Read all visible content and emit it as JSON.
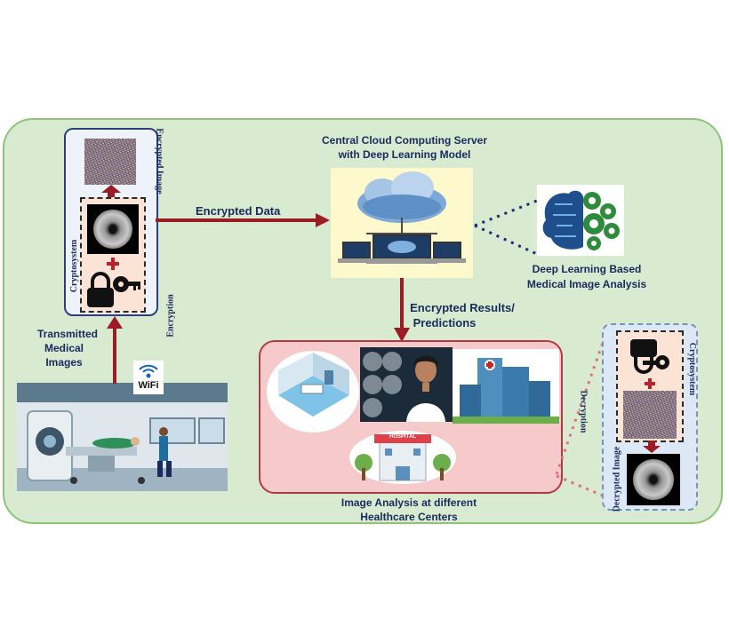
{
  "labels": {
    "cloud_server": [
      "Central Cloud Computing Server",
      "with Deep Learning Model"
    ],
    "encrypted_data": "Encrypted Data",
    "dl_analysis": [
      "Deep Learning Based",
      "Medical Image Analysis"
    ],
    "encrypted_results": [
      "Encrypted Results/",
      "Predictions"
    ],
    "transmitted": [
      "Transmitted",
      "Medical",
      "Images"
    ],
    "encryption": "Encryption",
    "cryptosystem": "Cryptosystem",
    "encrypted_image": "Encrypted Image",
    "decryption": "Decryption",
    "decrypted_image": "Decrypted Image",
    "wifi": "WiFi",
    "hospital": "HOSPITAL",
    "healthcare": [
      "Image Analysis at  different",
      "Healthcare Centers"
    ]
  },
  "colors": {
    "panel_bg": "#d8ead0",
    "panel_border": "#8fc27a",
    "arrow": "#9b1c24",
    "label_text": "#1a2a5c"
  }
}
